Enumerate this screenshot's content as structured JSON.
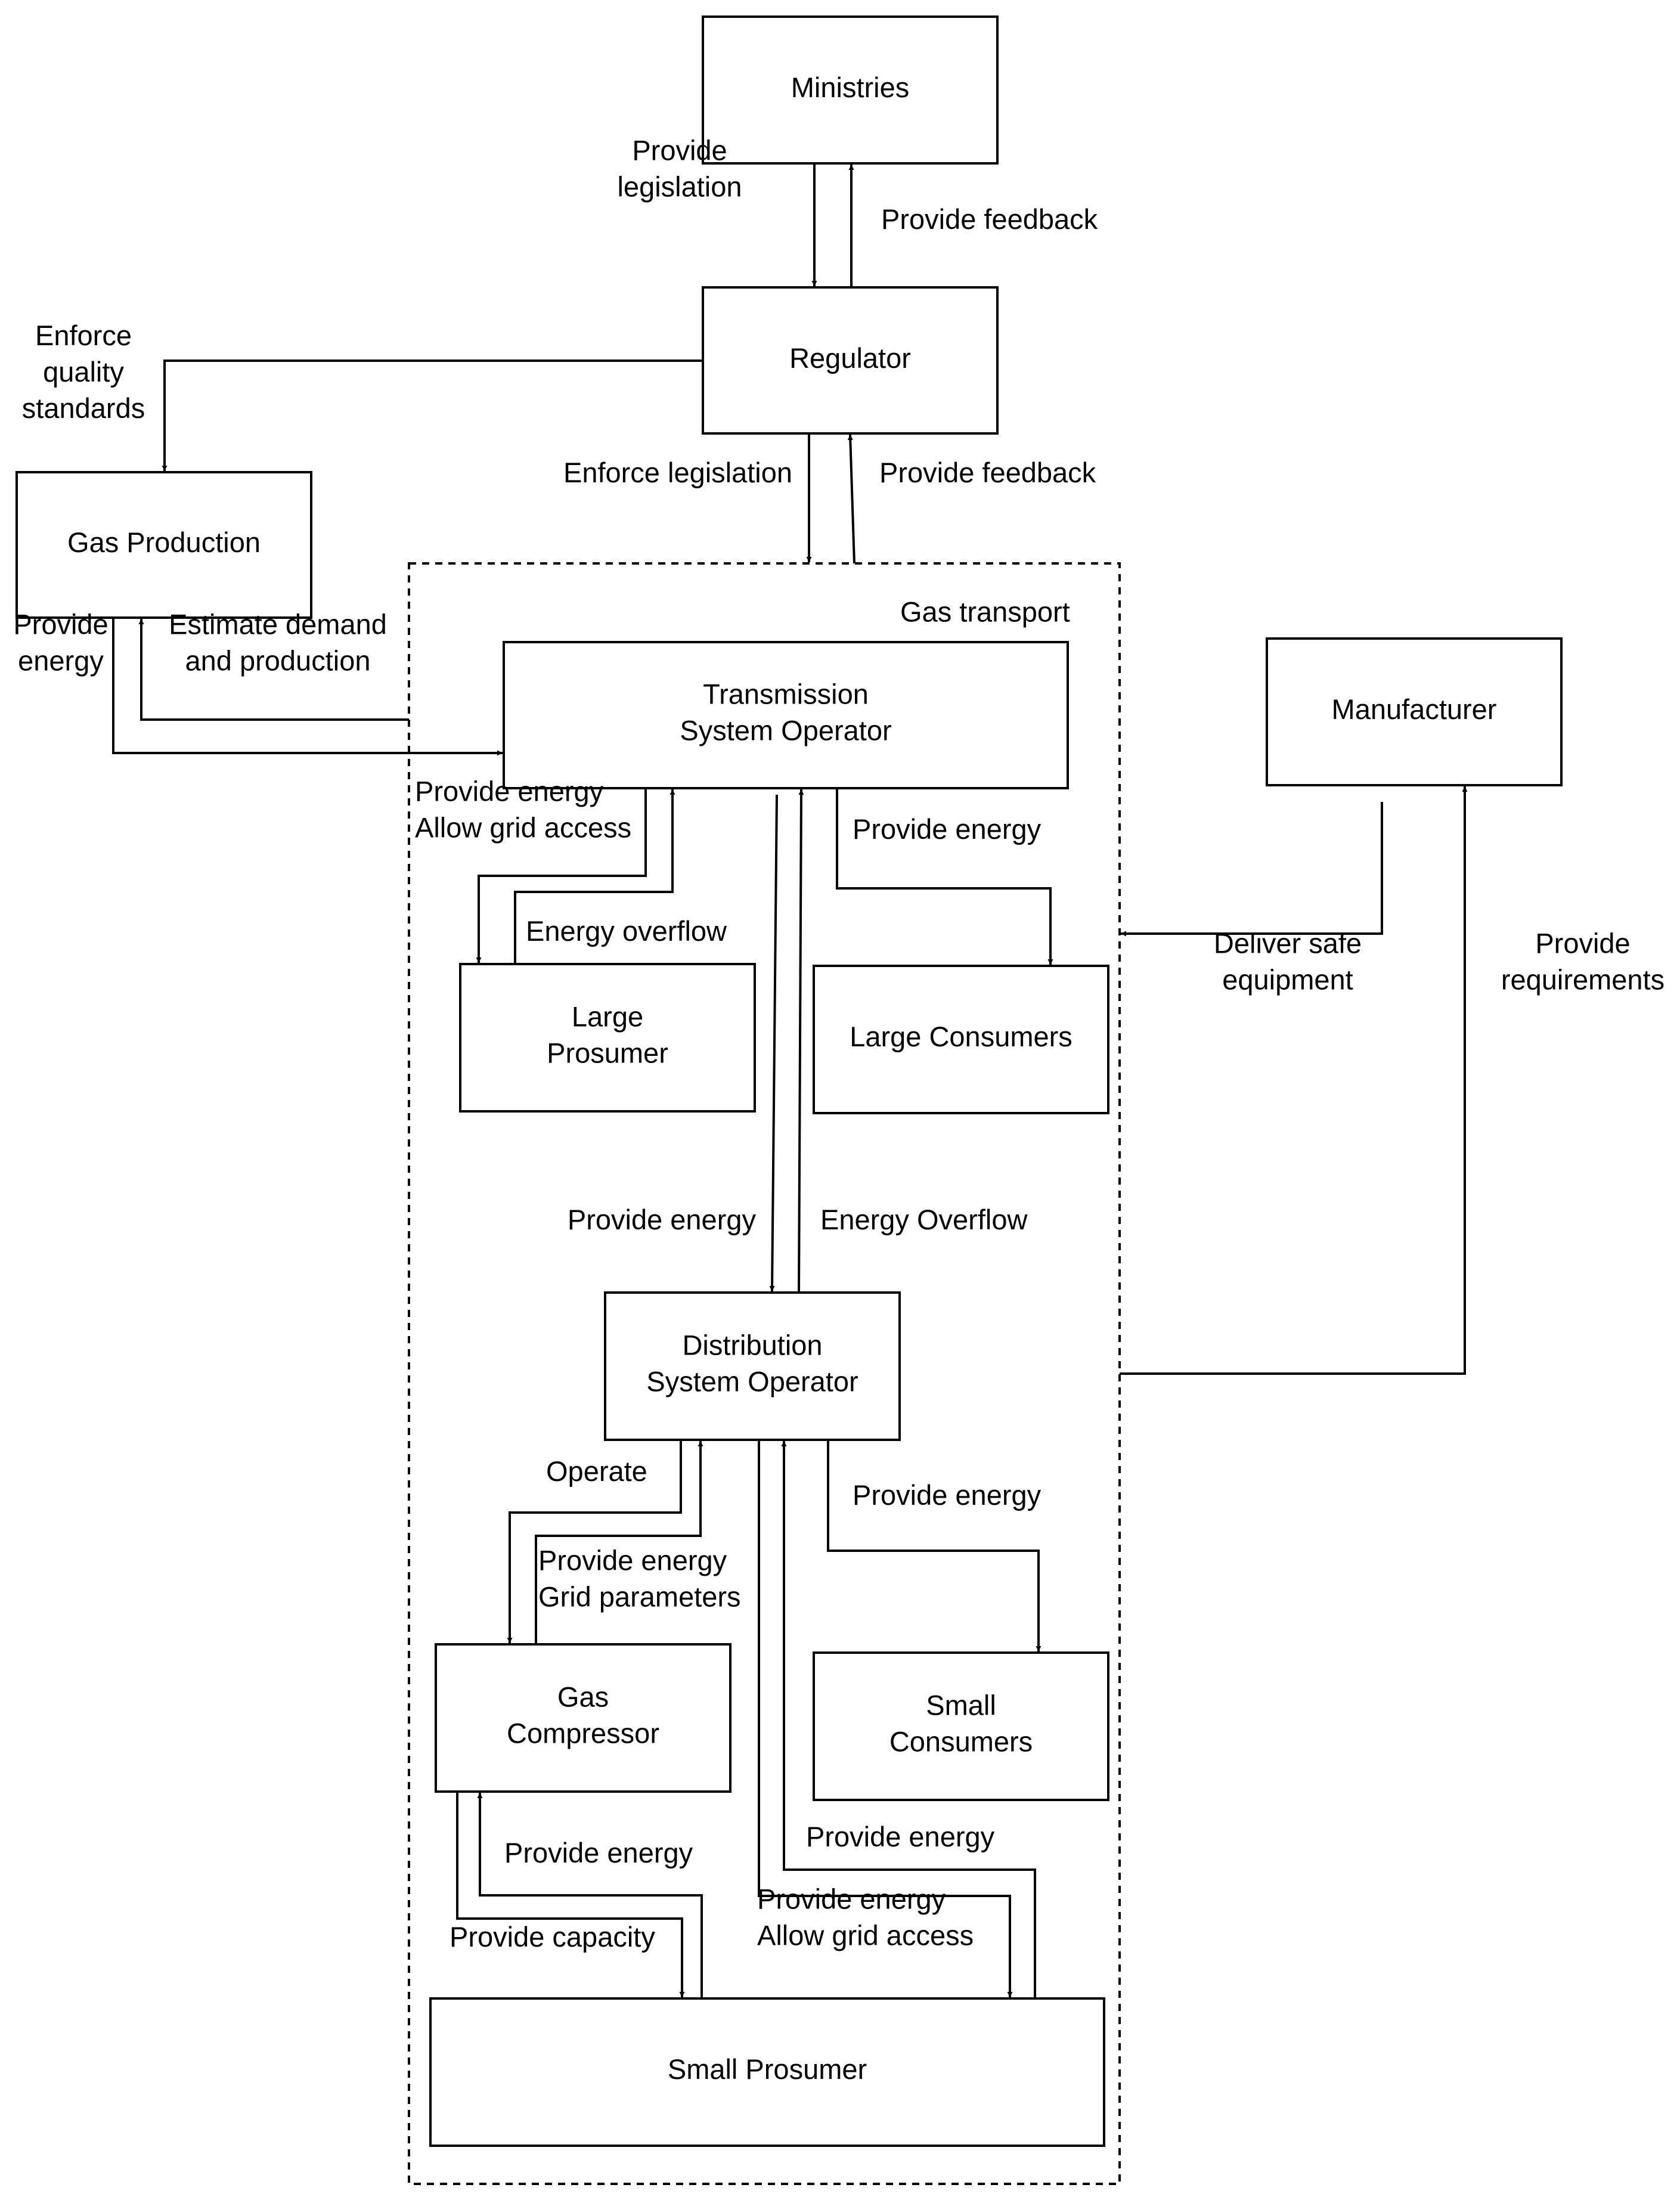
{
  "nodes": {
    "ministries": [
      "Ministries"
    ],
    "regulator": [
      "Regulator"
    ],
    "gas_production": [
      "Gas Production"
    ],
    "tso": [
      "Transmission",
      "System Operator"
    ],
    "manufacturer": [
      "Manufacturer"
    ],
    "large_prosumer": [
      "Large",
      "Prosumer"
    ],
    "large_consumers": [
      "Large Consumers"
    ],
    "dso": [
      "Distribution",
      "System Operator"
    ],
    "gas_compressor": [
      "Gas",
      "Compressor"
    ],
    "small_consumers": [
      "Small",
      "Consumers"
    ],
    "small_prosumer": [
      "Small Prosumer"
    ]
  },
  "group": {
    "gas_transport": "Gas transport"
  },
  "edges": {
    "provide_legislation": [
      "Provide",
      "legislation"
    ],
    "provide_feedback_ministries": [
      "Provide feedback"
    ],
    "enforce_quality": [
      "Enforce",
      "quality",
      "standards"
    ],
    "enforce_legislation": [
      "Enforce legislation"
    ],
    "provide_feedback_regulator": [
      "Provide feedback"
    ],
    "gp_provide_energy": [
      "Provide",
      "energy"
    ],
    "estimate_demand": [
      "Estimate demand",
      "and production"
    ],
    "tso_lp_provide": [
      "Provide energy",
      "Allow grid access"
    ],
    "lp_overflow": [
      "Energy overflow"
    ],
    "tso_lc_provide": [
      "Provide energy"
    ],
    "deliver_safe": [
      "Deliver safe",
      "equipment"
    ],
    "provide_requirements": [
      "Provide",
      "requirements"
    ],
    "tso_dso_provide": [
      "Provide energy"
    ],
    "dso_tso_overflow": [
      "Energy Overflow"
    ],
    "dso_operate": [
      "Operate"
    ],
    "gc_dso_provide": [
      "Provide energy",
      "Grid parameters"
    ],
    "dso_sc_provide": [
      "Provide energy"
    ],
    "sp_gc_provide": [
      "Provide energy"
    ],
    "gc_sp_capacity": [
      "Provide capacity"
    ],
    "sp_dso_provide": [
      "Provide energy"
    ],
    "dso_sp_provide": [
      "Provide energy",
      "Allow grid access"
    ]
  }
}
